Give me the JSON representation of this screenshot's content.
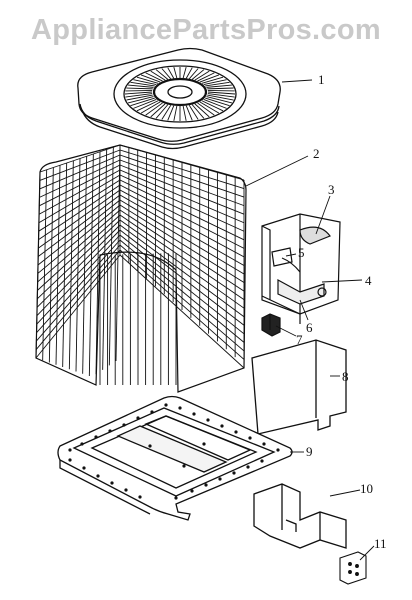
{
  "watermark": "AppliancePartsPros.com",
  "parts": [
    {
      "id": "1",
      "text": "1"
    },
    {
      "id": "2",
      "text": "2"
    },
    {
      "id": "3",
      "text": "3"
    },
    {
      "id": "4",
      "text": "4"
    },
    {
      "id": "5",
      "text": "5"
    },
    {
      "id": "6",
      "text": "6"
    },
    {
      "id": "7",
      "text": "7"
    },
    {
      "id": "8",
      "text": "8"
    },
    {
      "id": "9",
      "text": "9"
    },
    {
      "id": "10",
      "text": "10"
    },
    {
      "id": "11",
      "text": "11"
    }
  ]
}
